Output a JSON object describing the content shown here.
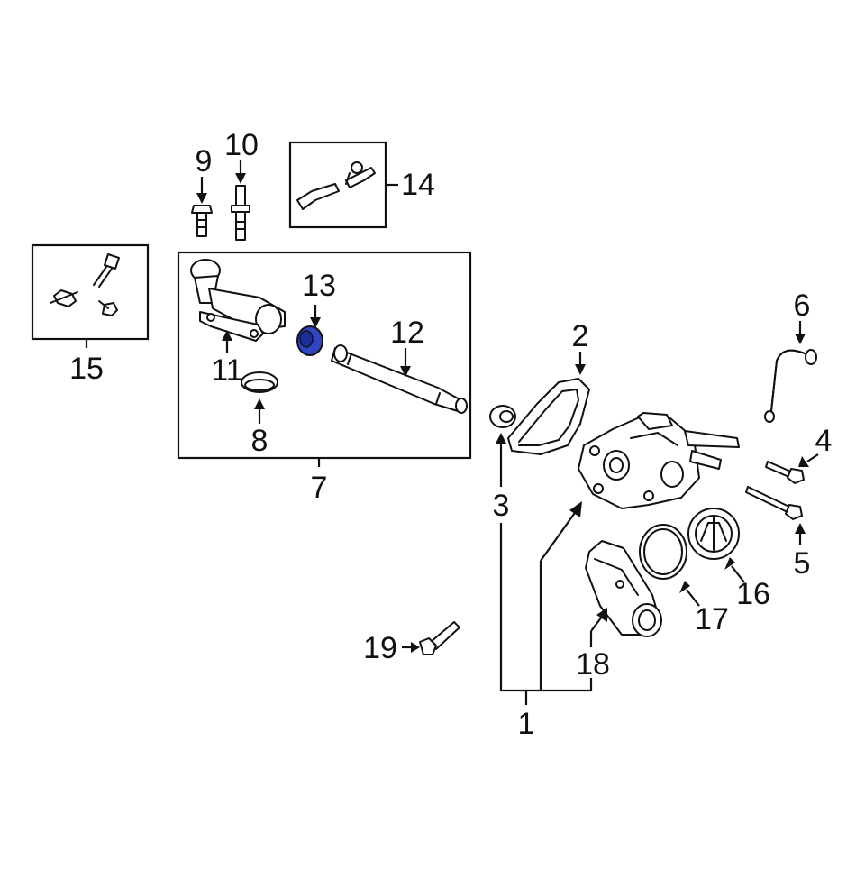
{
  "labels": {
    "l1": "1",
    "l2": "2",
    "l3": "3",
    "l4": "4",
    "l5": "5",
    "l6": "6",
    "l7": "7",
    "l8": "8",
    "l9": "9",
    "l10": "10",
    "l11": "11",
    "l12": "12",
    "l13": "13",
    "l14": "14",
    "l15": "15",
    "l16": "16",
    "l17": "17",
    "l18": "18",
    "l19": "19"
  },
  "colors": {
    "line": "#111111",
    "highlight": "#2f45c4",
    "background": "#ffffff"
  },
  "highlighted_part": "13"
}
